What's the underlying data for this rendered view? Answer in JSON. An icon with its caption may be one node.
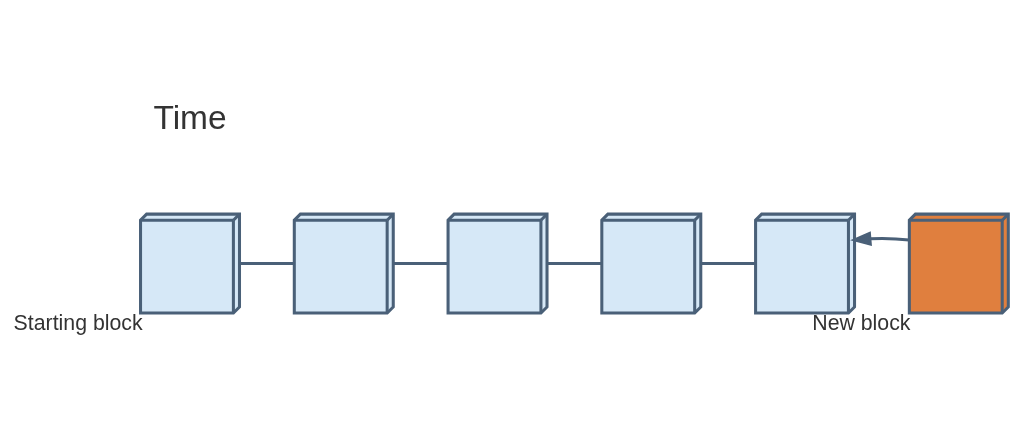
{
  "diagram": {
    "nodes": [
      {
        "text": [],
        "shape": "cube",
        "beside": [
          "Starting block"
        ]
      },
      {
        "text": [],
        "shape": "cube"
      },
      {
        "text": [],
        "shape": "cube"
      },
      {
        "text": [],
        "shape": "cube"
      },
      {
        "text": [],
        "shape": "cube"
      },
      {
        "text": [],
        "shape": "cube",
        "beside": [
          "New block"
        ]
      }
    ],
    "edges": [
      {
        "from": 0,
        "to": 1,
        "arrow": "none"
      },
      {
        "from": 1,
        "to": 2,
        "arrow": "none"
      },
      {
        "from": 2,
        "to": 3,
        "arrow": "none"
      },
      {
        "from": 3,
        "to": 4,
        "arrow": "none"
      },
      {
        "from": 5,
        "to": 4,
        "arrow": "to"
      }
    ],
    "labels": [
      "Time"
    ]
  }
}
